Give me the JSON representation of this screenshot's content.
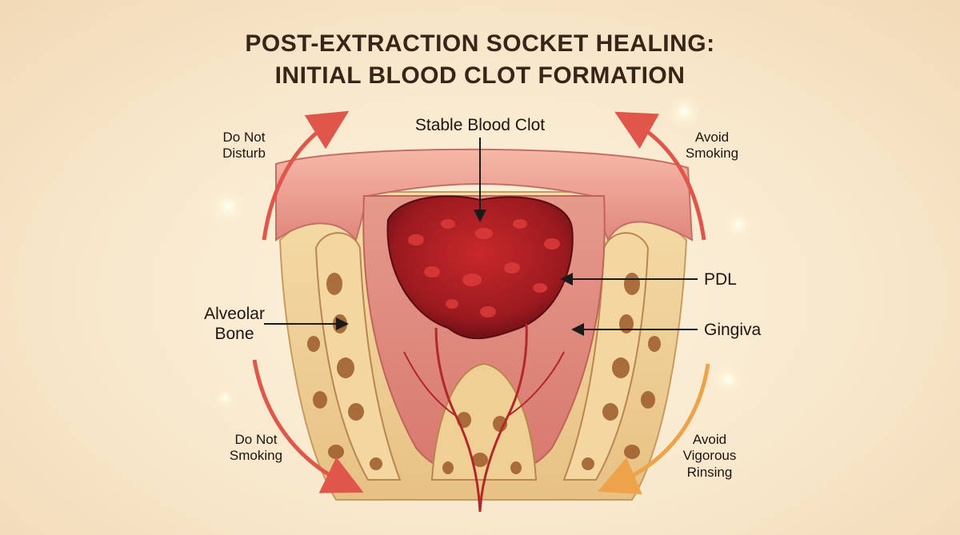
{
  "title": {
    "line1": "POST-EXTRACTION SOCKET HEALING:",
    "line2": "INITIAL BLOOD CLOT FORMATION"
  },
  "labels": {
    "stable_blood_clot": "Stable Blood Clot",
    "pdl": "PDL",
    "gingiva": "Gingiva",
    "alveolar_bone": [
      "Alveolar",
      "Bone"
    ]
  },
  "care_tips": {
    "top_left": [
      "Do Not",
      "Disturb"
    ],
    "top_right": [
      "Avoid",
      "Smoking"
    ],
    "bottom_left": [
      "Do Not",
      "Smoking"
    ],
    "bottom_right": [
      "Avoid",
      "Vigorous",
      "Rinsing"
    ]
  },
  "colors": {
    "arrow_red": "#e0564a",
    "arrow_orange": "#eea24a",
    "clot": "#a01c20",
    "gum": "#e98f88",
    "bone": "#efcf94"
  }
}
